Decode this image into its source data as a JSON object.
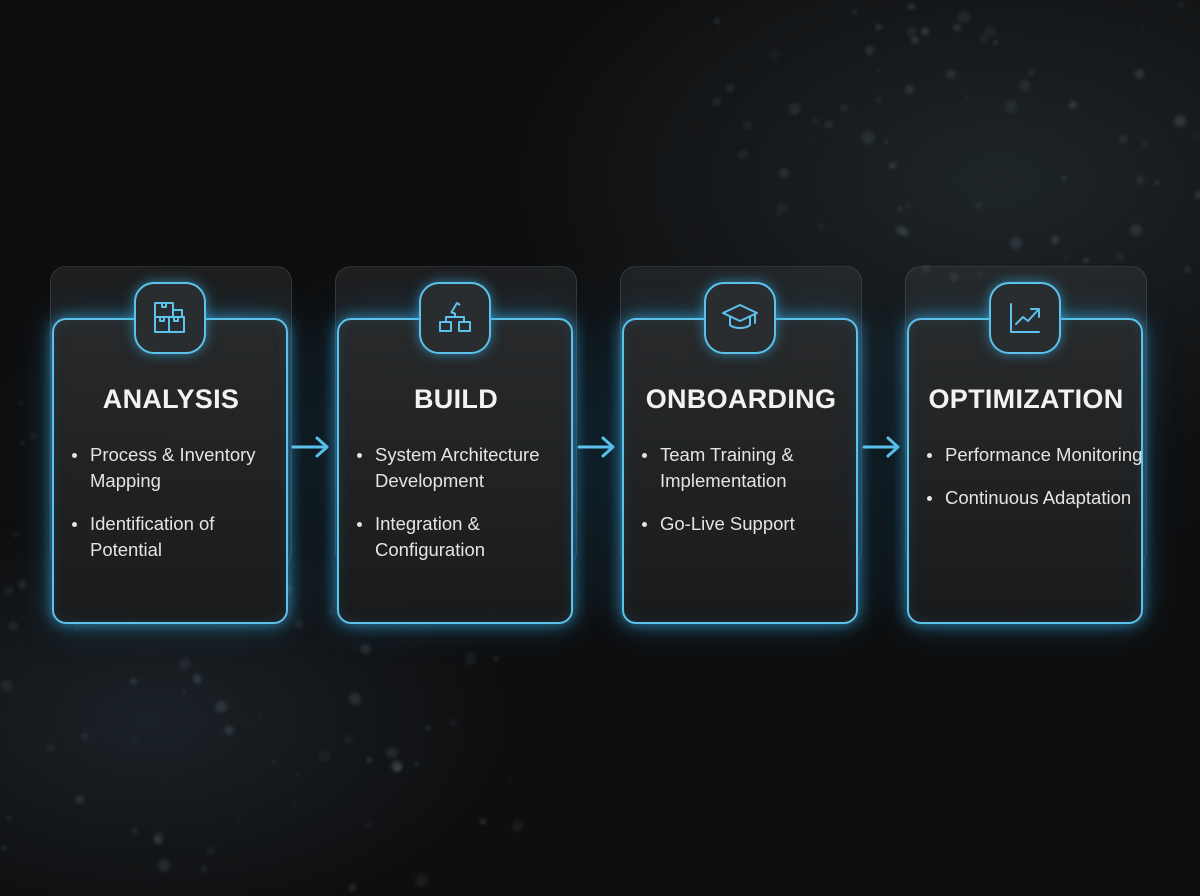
{
  "diagram": {
    "type": "process-flow",
    "accent_color": "#5cc2ec",
    "connector": "arrow-right",
    "steps": [
      {
        "title": "ANALYSIS",
        "icon": "boxes-icon",
        "bullets": [
          "Process & Inventory Mapping",
          "Identification of Potential"
        ]
      },
      {
        "title": "BUILD",
        "icon": "hierarchy-icon",
        "bullets": [
          "System Architecture Development",
          "Integration & Configuration"
        ]
      },
      {
        "title": "ONBOARDING",
        "icon": "graduation-cap-icon",
        "bullets": [
          "Team Training & Implementation",
          "Go-Live Support"
        ]
      },
      {
        "title": "OPTIMIZATION",
        "icon": "trend-chart-icon",
        "bullets": [
          "Performance Monitoring",
          "Continuous Adaptation"
        ]
      }
    ]
  }
}
